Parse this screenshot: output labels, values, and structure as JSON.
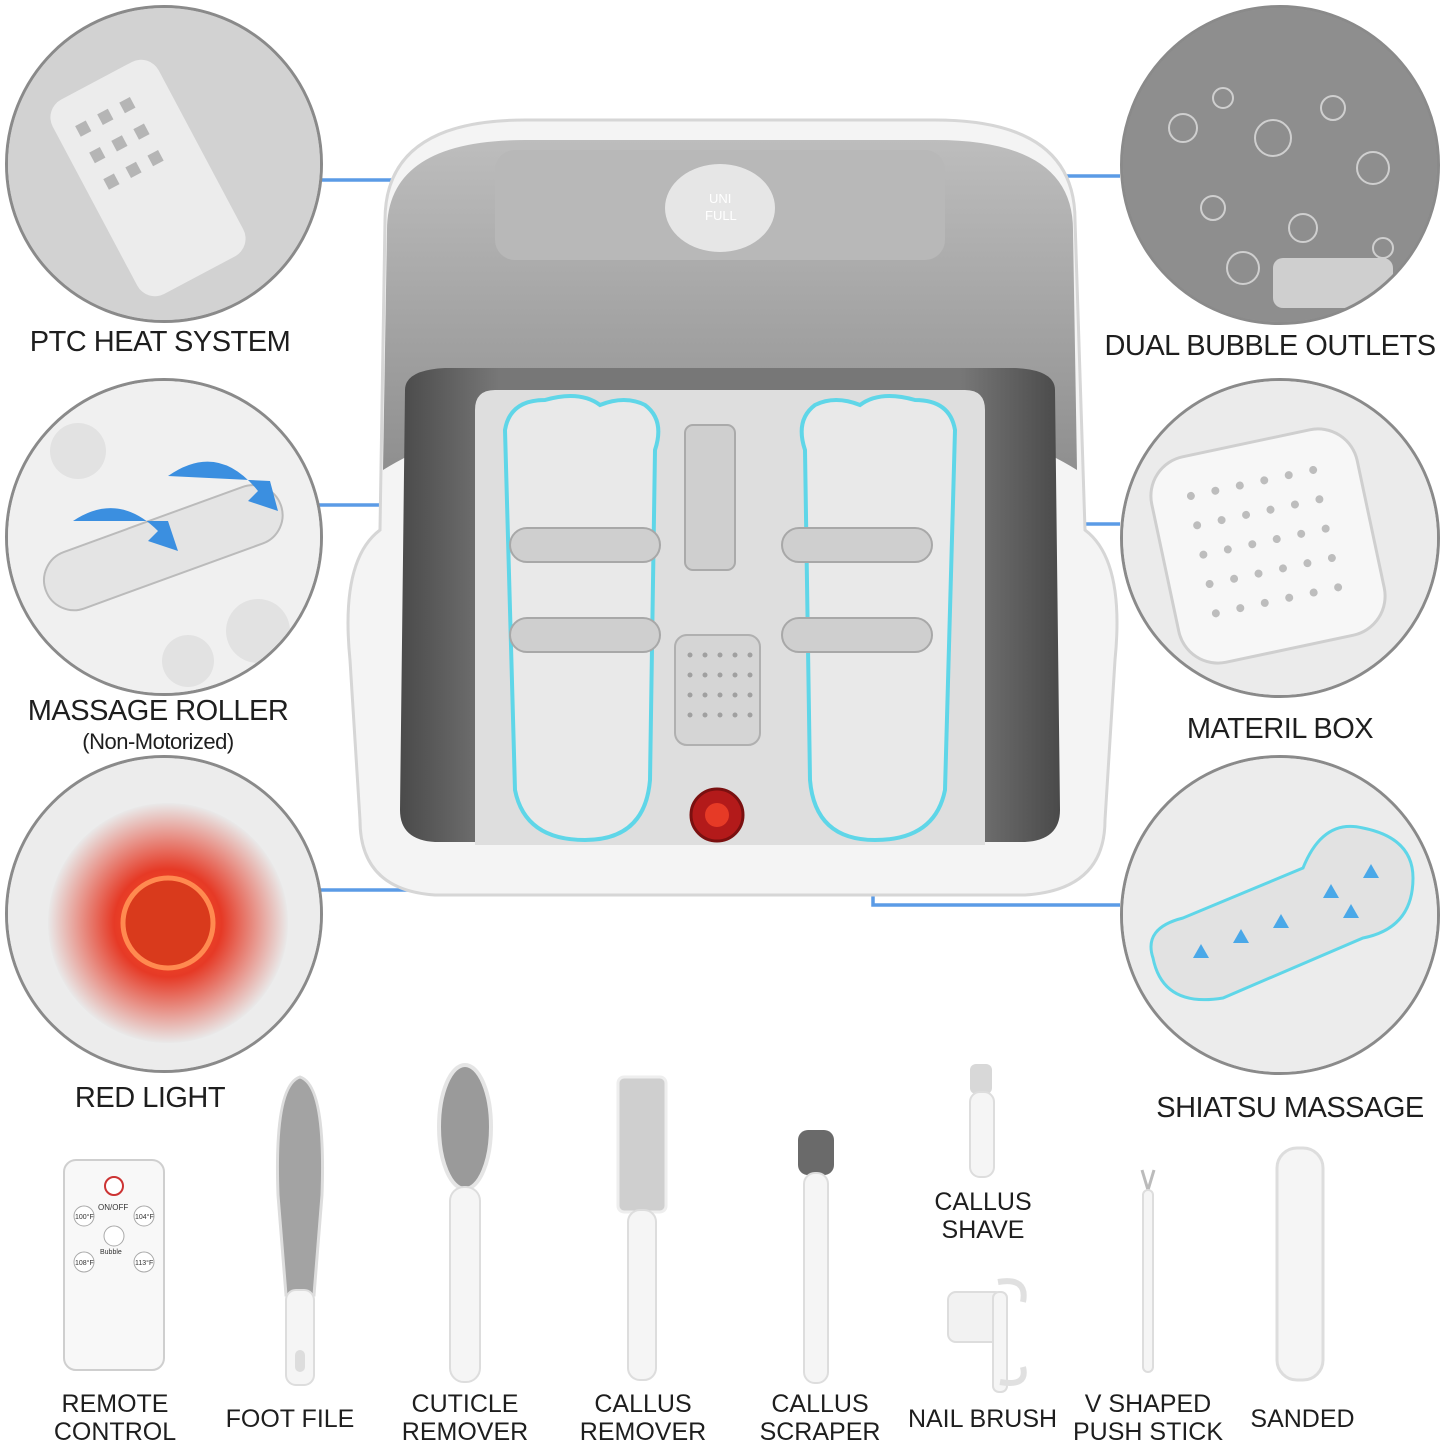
{
  "features": {
    "ptc": "PTC HEAT SYSTEM",
    "bubble": "DUAL BUBBLE OUTLETS",
    "roller": "MASSAGE ROLLER",
    "roller_note": "(Non-Motorized)",
    "box": "MATERIL BOX",
    "red": "RED LIGHT",
    "shiatsu": "SHIATSU MASSAGE"
  },
  "brand": {
    "logo_line1": "UNI",
    "logo_line2": "FULL"
  },
  "remote": {
    "on_off": "ON/OFF",
    "t100": "100°F",
    "t104": "104°F",
    "bubble": "Bubble",
    "t108": "108°F",
    "t113": "113°F"
  },
  "accessories": {
    "remote_l1": "REMOTE",
    "remote_l2": "CONTROL",
    "foot_file": "FOOT FILE",
    "cuticle_l1": "CUTICLE",
    "cuticle_l2": "REMOVER",
    "callus_rem_l1": "CALLUS",
    "callus_rem_l2": "REMOVER",
    "scraper_l1": "CALLUS",
    "scraper_l2": "SCRAPER",
    "shave_l1": "CALLUS",
    "shave_l2": "SHAVE",
    "nail_brush": "NAIL BRUSH",
    "push_l1": "V SHAPED",
    "push_l2": "PUSH STICK",
    "sanded": "SANDED"
  },
  "colors": {
    "callout_line": "#5b9be6",
    "red_light": "#e63a26",
    "tub_grey": "#9d9d9d",
    "basin_dark": "#555555",
    "foot_outline": "#5fd6e8"
  }
}
